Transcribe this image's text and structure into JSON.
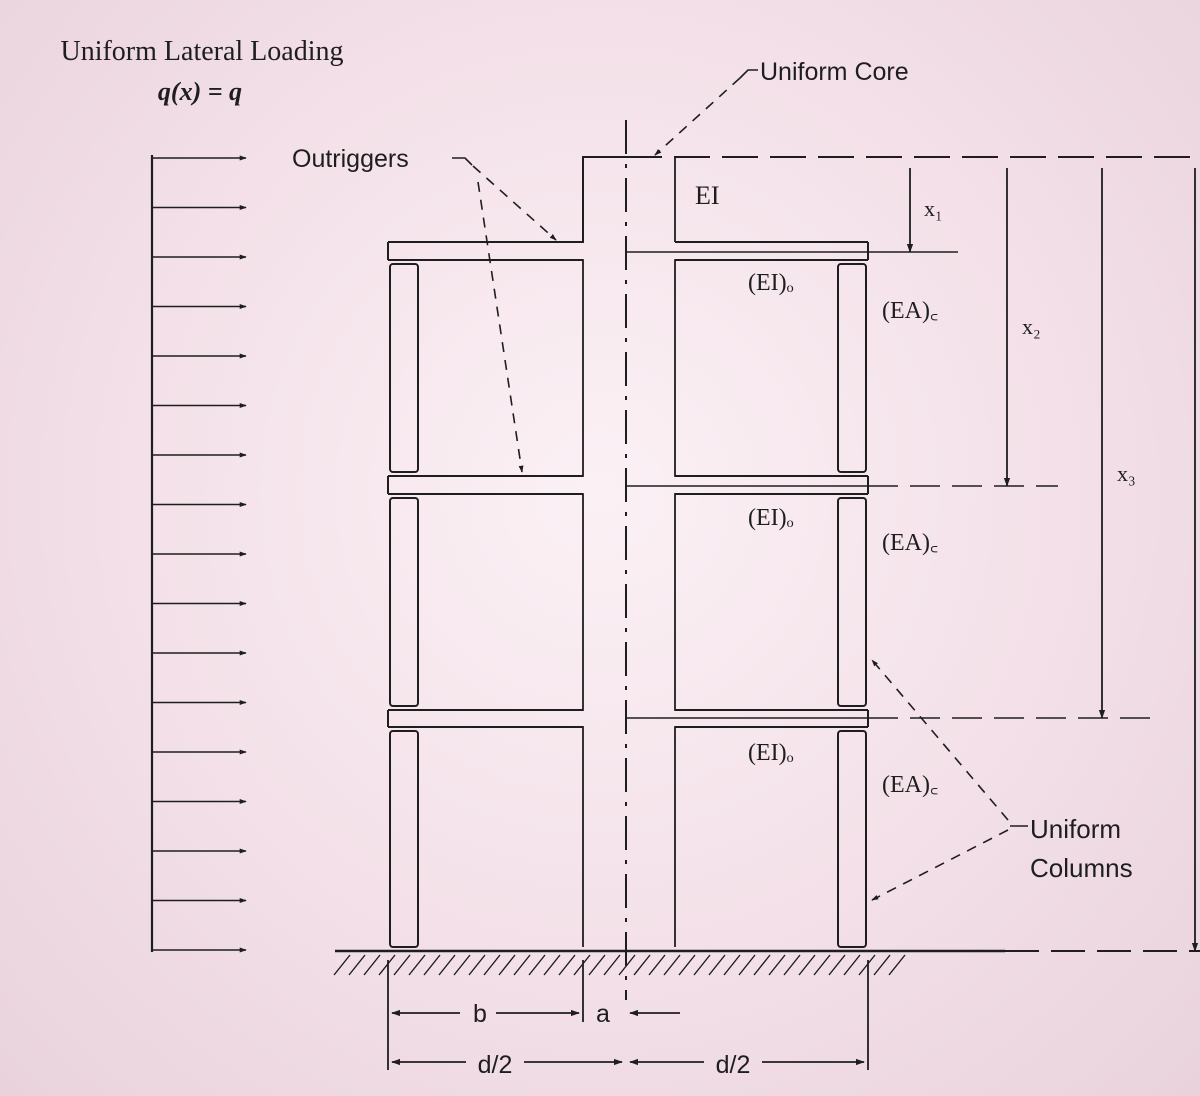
{
  "loading": {
    "title": "Uniform Lateral Loading",
    "equation": "q(x) = q",
    "arrow_count": 17
  },
  "labels": {
    "outriggers": "Outriggers",
    "uniform_core": "Uniform Core",
    "core_stiffness": "EI",
    "uniform_columns_line1": "Uniform",
    "uniform_columns_line2": "Columns"
  },
  "levels": [
    {
      "dim_label": "x₁",
      "outrigger_stiffness": "(EI)ₒ",
      "column_stiffness": "(EA)꜀"
    },
    {
      "dim_label": "x₂",
      "outrigger_stiffness": "(EI)ₒ",
      "column_stiffness": "(EA)꜀"
    },
    {
      "dim_label": "x₃",
      "outrigger_stiffness": "(EI)ₒ",
      "column_stiffness": "(EA)꜀"
    }
  ],
  "dimensions": {
    "b": "b",
    "a": "a",
    "half_width_left": "d/2",
    "half_width_right": "d/2"
  },
  "colors": {
    "line": "#1e1e1e",
    "background": "#f3e0e8"
  }
}
